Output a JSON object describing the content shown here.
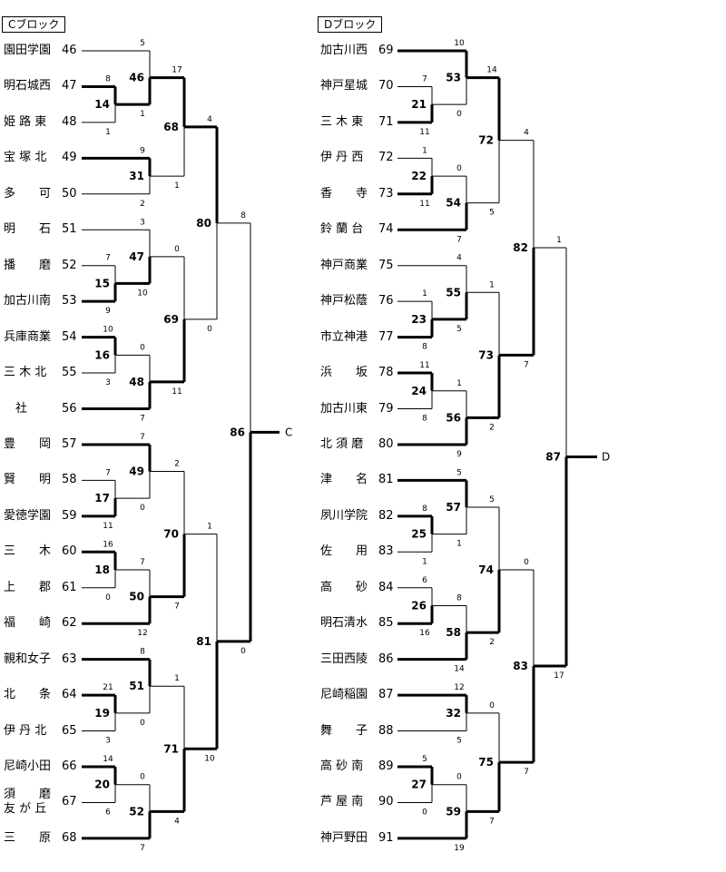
{
  "blocks": [
    {
      "title": "Cブロック",
      "final_label": "C"
    },
    {
      "title": "Dブロック",
      "final_label": "D"
    }
  ],
  "teams": [
    {
      "name": "園田学園",
      "no": "46"
    },
    {
      "name": "明石城西",
      "no": "47"
    },
    {
      "name": "姫 路 東",
      "no": "48"
    },
    {
      "name": "宝 塚 北",
      "no": "49"
    },
    {
      "name": "多　　可",
      "no": "50"
    },
    {
      "name": "明　　石",
      "no": "51"
    },
    {
      "name": "播　　磨",
      "no": "52"
    },
    {
      "name": "加古川南",
      "no": "53"
    },
    {
      "name": "兵庫商業",
      "no": "54"
    },
    {
      "name": "三 木 北",
      "no": "55"
    },
    {
      "name": "　社",
      "no": "56"
    },
    {
      "name": "豊　　岡",
      "no": "57"
    },
    {
      "name": "賢　　明",
      "no": "58"
    },
    {
      "name": "愛徳学園",
      "no": "59"
    },
    {
      "name": "三　　木",
      "no": "60"
    },
    {
      "name": "上　　郡",
      "no": "61"
    },
    {
      "name": "福　　崎",
      "no": "62"
    },
    {
      "name": "親和女子",
      "no": "63"
    },
    {
      "name": "北　　条",
      "no": "64"
    },
    {
      "name": "伊 丹 北",
      "no": "65"
    },
    {
      "name": "尼崎小田",
      "no": "66"
    },
    {
      "name": "須　　磨\n友 が 丘",
      "no": "67"
    },
    {
      "name": "三　　原",
      "no": "68"
    },
    {
      "name": "加古川西",
      "no": "69"
    },
    {
      "name": "神戸星城",
      "no": "70"
    },
    {
      "name": "三 木 東",
      "no": "71"
    },
    {
      "name": "伊 丹 西",
      "no": "72"
    },
    {
      "name": "香　　寺",
      "no": "73"
    },
    {
      "name": "鈴 蘭 台",
      "no": "74"
    },
    {
      "name": "神戸商業",
      "no": "75"
    },
    {
      "name": "神戸松蔭",
      "no": "76"
    },
    {
      "name": "市立神港",
      "no": "77"
    },
    {
      "name": "浜　　坂",
      "no": "78"
    },
    {
      "name": "加古川東",
      "no": "79"
    },
    {
      "name": "北 須 磨",
      "no": "80"
    },
    {
      "name": "津　　名",
      "no": "81"
    },
    {
      "name": "夙川学院",
      "no": "82"
    },
    {
      "name": "佐　　用",
      "no": "83"
    },
    {
      "name": "高　　砂",
      "no": "84"
    },
    {
      "name": "明石清水",
      "no": "85"
    },
    {
      "name": "三田西陵",
      "no": "86"
    },
    {
      "name": "尼崎稲園",
      "no": "87"
    },
    {
      "name": "舞　　子",
      "no": "88"
    },
    {
      "name": "高 砂 南",
      "no": "89"
    },
    {
      "name": "芦 屋 南",
      "no": "90"
    },
    {
      "name": "神戸野田",
      "no": "91"
    }
  ],
  "matches": [
    {
      "id": "14",
      "a": "47",
      "b": "48",
      "sa": "8",
      "sb": "1",
      "w": "a"
    },
    {
      "id": "46",
      "a": "46",
      "b": "14",
      "sa": "5",
      "sb": "1",
      "w": "b"
    },
    {
      "id": "31",
      "a": "49",
      "b": "50",
      "sa": "9",
      "sb": "2",
      "w": "a"
    },
    {
      "id": "68",
      "a": "46",
      "b": "31",
      "sa": "17",
      "sb": "1",
      "w": "a"
    },
    {
      "id": "15",
      "a": "52",
      "b": "53",
      "sa": "7",
      "sb": "9",
      "w": "b"
    },
    {
      "id": "47",
      "a": "51",
      "b": "15",
      "sa": "3",
      "sb": "10",
      "w": "b"
    },
    {
      "id": "16",
      "a": "54",
      "b": "55",
      "sa": "10",
      "sb": "3",
      "w": "a"
    },
    {
      "id": "48",
      "a": "16",
      "b": "56",
      "sa": "0",
      "sb": "7",
      "w": "b"
    },
    {
      "id": "69",
      "a": "47",
      "b": "48",
      "sa": "0",
      "sb": "11",
      "w": "b"
    },
    {
      "id": "80",
      "a": "68",
      "b": "69",
      "sa": "4",
      "sb": "0",
      "w": "a"
    },
    {
      "id": "17",
      "a": "58",
      "b": "59",
      "sa": "7",
      "sb": "11",
      "w": "b"
    },
    {
      "id": "49",
      "a": "57",
      "b": "17",
      "sa": "7",
      "sb": "0",
      "w": "a"
    },
    {
      "id": "18",
      "a": "60",
      "b": "61",
      "sa": "16",
      "sb": "0",
      "w": "a"
    },
    {
      "id": "50",
      "a": "18",
      "b": "62",
      "sa": "7",
      "sb": "12",
      "w": "b"
    },
    {
      "id": "70",
      "a": "49",
      "b": "50",
      "sa": "2",
      "sb": "7",
      "w": "b"
    },
    {
      "id": "19",
      "a": "64",
      "b": "65",
      "sa": "21",
      "sb": "3",
      "w": "a"
    },
    {
      "id": "51",
      "a": "63",
      "b": "19",
      "sa": "8",
      "sb": "0",
      "w": "a"
    },
    {
      "id": "20",
      "a": "66",
      "b": "67",
      "sa": "14",
      "sb": "6",
      "w": "a"
    },
    {
      "id": "52",
      "a": "20",
      "b": "68",
      "sa": "0",
      "sb": "7",
      "w": "b"
    },
    {
      "id": "71",
      "a": "51",
      "b": "52",
      "sa": "1",
      "sb": "4",
      "w": "b"
    },
    {
      "id": "81",
      "a": "70",
      "b": "71",
      "sa": "1",
      "sb": "10",
      "w": "b"
    },
    {
      "id": "86",
      "a": "80",
      "b": "81",
      "sa": "8",
      "sb": "0",
      "w": "b"
    },
    {
      "id": "21",
      "a": "70",
      "b": "71",
      "sa": "7",
      "sb": "11",
      "w": "b"
    },
    {
      "id": "53",
      "a": "69",
      "b": "21",
      "sa": "10",
      "sb": "0",
      "w": "a"
    },
    {
      "id": "22",
      "a": "72",
      "b": "73",
      "sa": "1",
      "sb": "11",
      "w": "b"
    },
    {
      "id": "54",
      "a": "22",
      "b": "74",
      "sa": "0",
      "sb": "7",
      "w": "b"
    },
    {
      "id": "72",
      "a": "53",
      "b": "54",
      "sa": "14",
      "sb": "5",
      "w": "a"
    },
    {
      "id": "23",
      "a": "76",
      "b": "77",
      "sa": "1",
      "sb": "8",
      "w": "b"
    },
    {
      "id": "55",
      "a": "75",
      "b": "23",
      "sa": "4",
      "sb": "5",
      "w": "b"
    },
    {
      "id": "24",
      "a": "78",
      "b": "79",
      "sa": "11",
      "sb": "8",
      "w": "a"
    },
    {
      "id": "56",
      "a": "24",
      "b": "80",
      "sa": "1",
      "sb": "9",
      "w": "b"
    },
    {
      "id": "73",
      "a": "55",
      "b": "56",
      "sa": "1",
      "sb": "2",
      "w": "b"
    },
    {
      "id": "82",
      "a": "72",
      "b": "73",
      "sa": "4",
      "sb": "7",
      "w": "b"
    },
    {
      "id": "25",
      "a": "82",
      "b": "83",
      "sa": "8",
      "sb": "1",
      "w": "a"
    },
    {
      "id": "57",
      "a": "81",
      "b": "25",
      "sa": "5",
      "sb": "1",
      "w": "a"
    },
    {
      "id": "26",
      "a": "84",
      "b": "85",
      "sa": "6",
      "sb": "16",
      "w": "b"
    },
    {
      "id": "58",
      "a": "26",
      "b": "86",
      "sa": "8",
      "sb": "14",
      "w": "b"
    },
    {
      "id": "74",
      "a": "57",
      "b": "58",
      "sa": "5",
      "sb": "2",
      "w": "b"
    },
    {
      "id": "32",
      "a": "87",
      "b": "88",
      "sa": "12",
      "sb": "5",
      "w": "a"
    },
    {
      "id": "27",
      "a": "89",
      "b": "90",
      "sa": "5",
      "sb": "0",
      "w": "a"
    },
    {
      "id": "59",
      "a": "27",
      "b": "91",
      "sa": "0",
      "sb": "19",
      "w": "b"
    },
    {
      "id": "75",
      "a": "32",
      "b": "59",
      "sa": "0",
      "sb": "7",
      "w": "b"
    },
    {
      "id": "83",
      "a": "74",
      "b": "75",
      "sa": "0",
      "sb": "7",
      "w": "b"
    },
    {
      "id": "87",
      "a": "82",
      "b": "83",
      "sa": "1",
      "sb": "17",
      "w": "b"
    }
  ]
}
